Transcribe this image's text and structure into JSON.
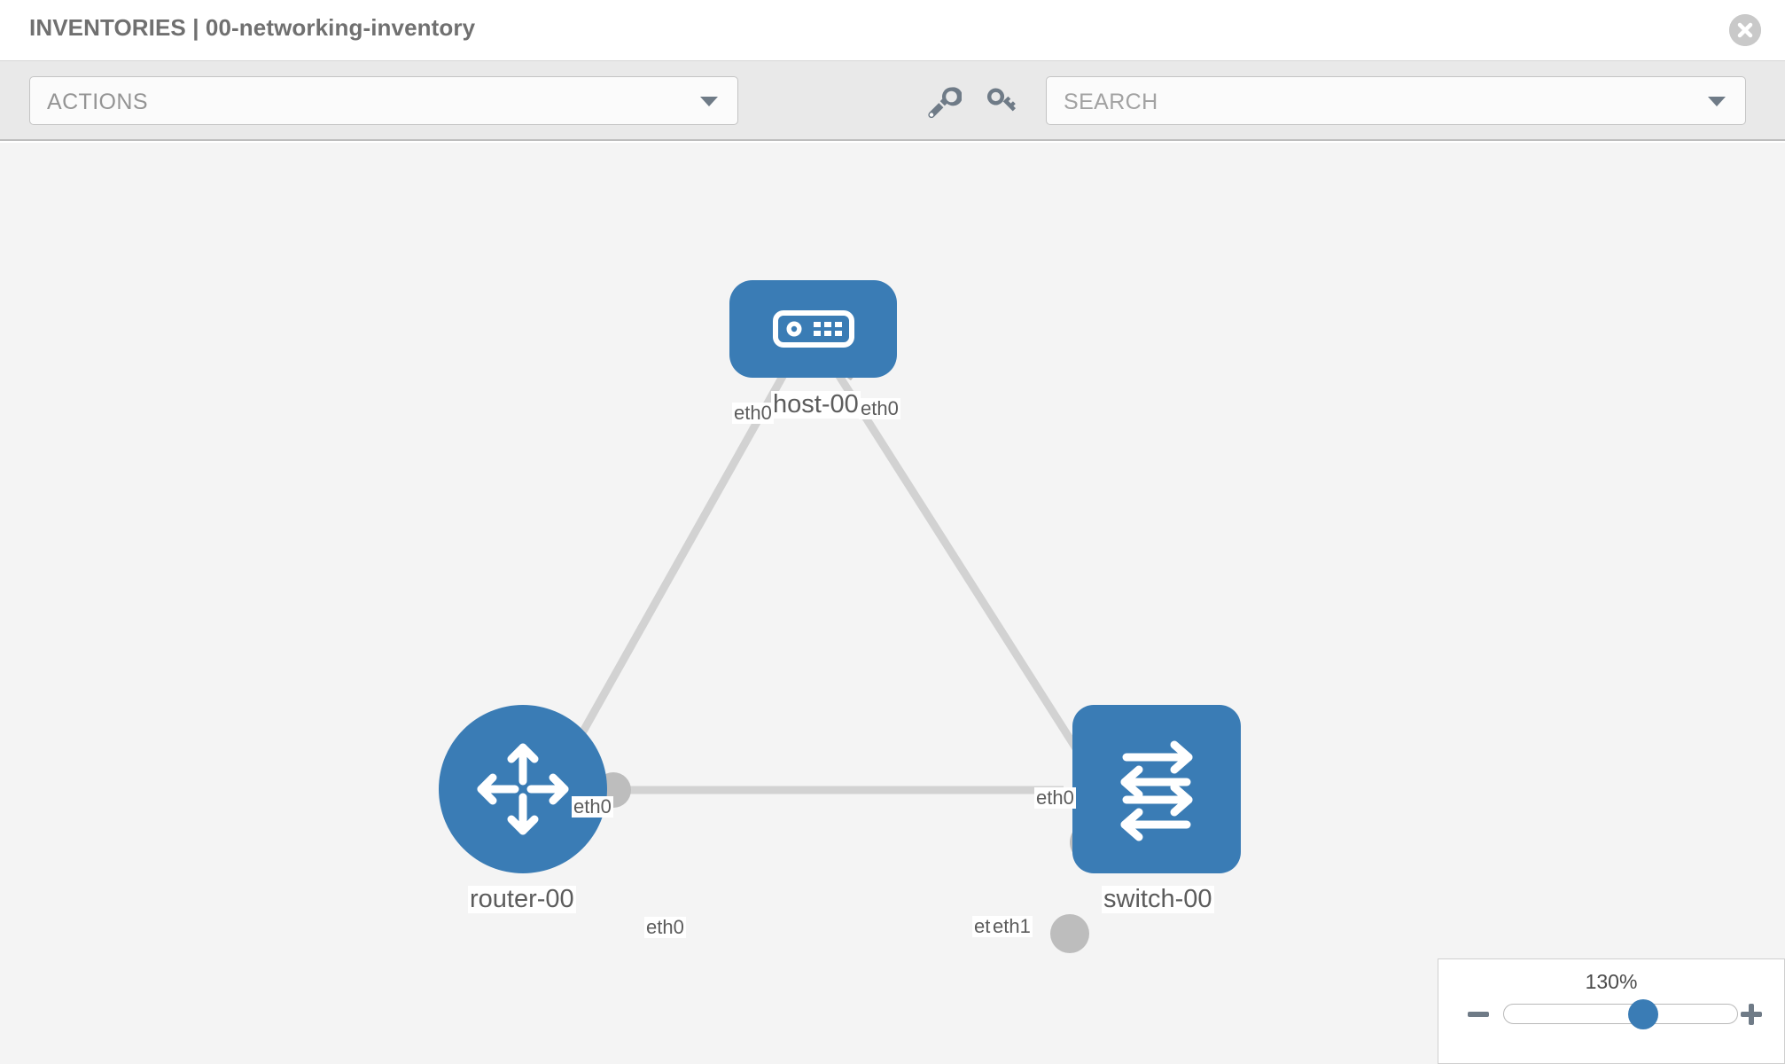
{
  "header": {
    "title": "INVENTORIES | 00-networking-inventory",
    "close_icon": "close-circle-icon"
  },
  "toolbar": {
    "actions_label": "ACTIONS",
    "actions_caret": "chevron-down-icon",
    "wrench_icon": "wrench-icon",
    "key_icon": "key-icon",
    "search_placeholder": "SEARCH",
    "search_value": "",
    "search_caret": "chevron-down-icon"
  },
  "topology": {
    "nodes": [
      {
        "id": "host-00",
        "label": "host-00",
        "icon": "server-icon",
        "shape": "rounded",
        "color": "#3a7cb5"
      },
      {
        "id": "router-00",
        "label": "router-00",
        "icon": "router-icon",
        "shape": "circle",
        "color": "#3a7cb5"
      },
      {
        "id": "switch-00",
        "label": "switch-00",
        "icon": "switch-icon",
        "shape": "rounded-sq",
        "color": "#3a7cb5"
      }
    ],
    "links": [
      {
        "from": "host-00",
        "to": "router-00",
        "from_iface": "eth0",
        "to_iface": "eth0"
      },
      {
        "from": "host-00",
        "to": "switch-00",
        "from_iface": "eth0",
        "to_iface": "eth0"
      },
      {
        "from": "router-00",
        "to": "switch-00",
        "from_iface": "eth0",
        "to_iface": "eth1"
      }
    ],
    "iface_labels": {
      "host_left": "eth0",
      "host_right": "eth0",
      "router_up": "eth0",
      "switch_up": "eth0",
      "router_right": "eth0",
      "switch_left_a": "eth",
      "switch_left_b": "eth1"
    },
    "edge_color": "#d2d2d2",
    "port_color": "#bdbdbd"
  },
  "zoom": {
    "value_label": "130%",
    "minus_icon": "minus-icon",
    "plus_icon": "plus-icon",
    "thumb": "slider-thumb"
  }
}
